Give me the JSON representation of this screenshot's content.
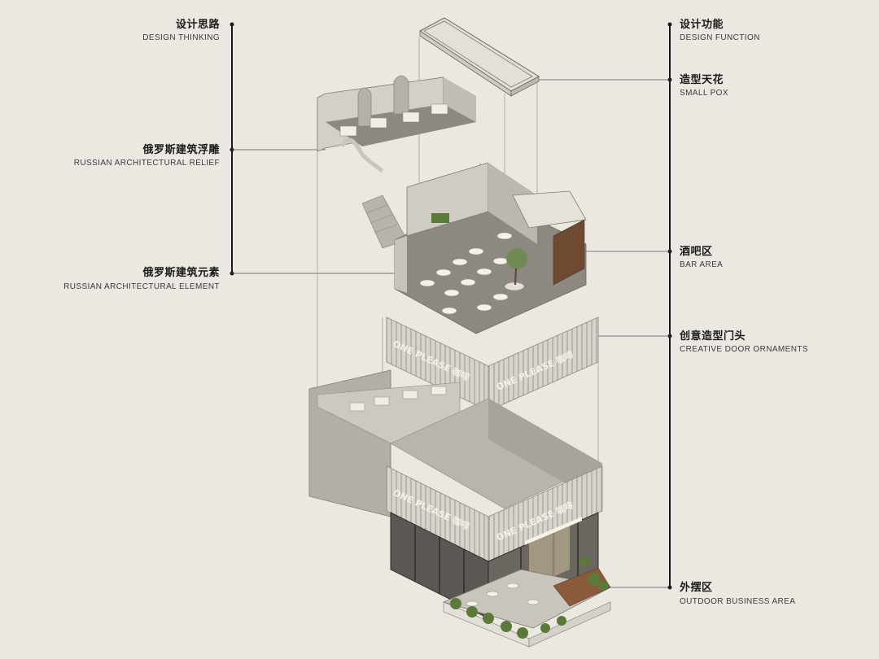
{
  "left_labels": {
    "design_thinking": {
      "zh": "设计思路",
      "en": "DESIGN THINKING"
    },
    "russian_relief": {
      "zh": "俄罗斯建筑浮雕",
      "en": "RUSSIAN ARCHITECTURAL RELIEF"
    },
    "russian_element": {
      "zh": "俄罗斯建筑元素",
      "en": "RUSSIAN ARCHITECTURAL ELEMENT"
    }
  },
  "right_labels": {
    "design_function": {
      "zh": "设计功能",
      "en": "DESIGN FUNCTION"
    },
    "small_pox": {
      "zh": "造型天花",
      "en": "SMALL POX"
    },
    "bar_area": {
      "zh": "酒吧区",
      "en": "BAR AREA"
    },
    "door_ornaments": {
      "zh": "创意造型门头",
      "en": "CREATIVE DOOR ORNAMENTS"
    },
    "outdoor_area": {
      "zh": "外摆区",
      "en": "OUTDOOR BUSINESS AREA"
    }
  },
  "signage": {
    "text": "ONE PLEASE 咖啡"
  },
  "colors": {
    "background": "#ebe8e2",
    "wall": "#c9c5bd",
    "wall_dark": "#a9a59e",
    "floor": "#8a857e",
    "furniture": "#f2efe9",
    "plant": "#5a7a3a",
    "wood": "#8b5a3a",
    "line": "#1a1a1a"
  }
}
